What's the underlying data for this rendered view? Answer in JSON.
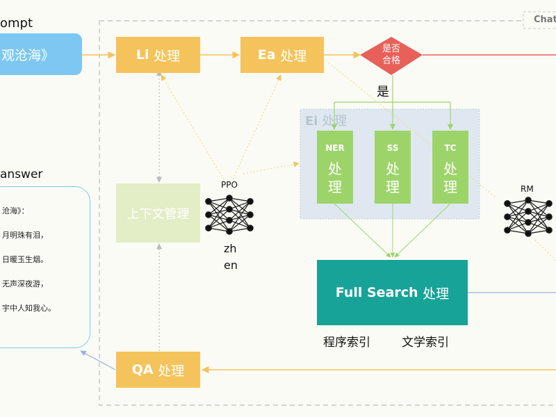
{
  "prompt": {
    "label": "ompt",
    "input_text": "观沧海》"
  },
  "answer": {
    "label": " answer",
    "lines": [
      "沧海》：",
      "月明珠有泪，",
      "日暖玉生烟。",
      "无声深夜游，",
      "宇中人知我心。"
    ]
  },
  "corner_tag": "Chat",
  "nodes": {
    "li": {
      "code": "Li",
      "cn": "处理"
    },
    "ea": {
      "code": "Ea",
      "cn": "处理"
    },
    "decision": {
      "line1": "是否",
      "line2": "合格"
    },
    "yes_label": "是",
    "ei": {
      "code": "Ei",
      "cn": "处理"
    },
    "ner": {
      "code": "NER",
      "line1": "处",
      "line2": "理"
    },
    "ss": {
      "code": "SS",
      "line1": "处",
      "line2": "理"
    },
    "tc": {
      "code": "TC",
      "line1": "处",
      "line2": "理"
    },
    "context": "上下文管理",
    "full_search": {
      "code": "Full Search",
      "cn": "处理"
    },
    "index_program": "程序索引",
    "index_literature": "文学索引",
    "qa": {
      "code": "QA",
      "cn": "处理"
    }
  },
  "models": {
    "ppo": {
      "label": "PPO",
      "lang1": "zh",
      "lang2": "en"
    },
    "rm": {
      "label": "RM"
    }
  },
  "colors": {
    "orange": "#f5c35b",
    "green": "#9dd46a",
    "teal": "#17a398",
    "red": "#e8605a",
    "blue_input": "#7cc8f2",
    "context_bg": "#e3edc6",
    "ei_bg": "#dfe8f0"
  }
}
